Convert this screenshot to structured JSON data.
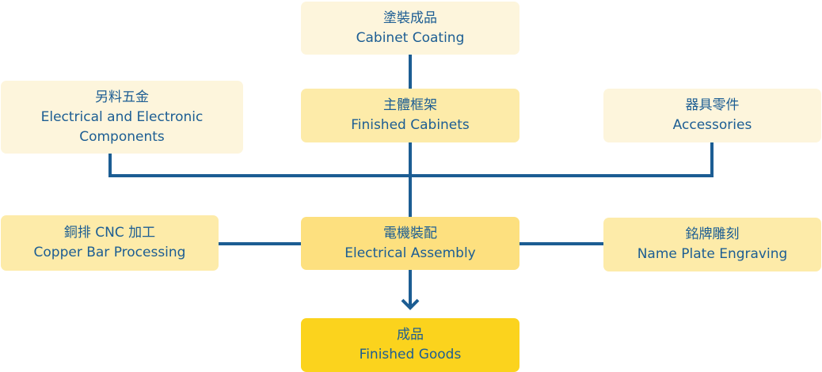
{
  "nodes": {
    "cabinet_coating": {
      "zh": "塗裝成品",
      "en": "Cabinet Coating"
    },
    "finished_cabinets": {
      "zh": "主體框架",
      "en": "Finished Cabinets"
    },
    "electrical_components": {
      "zh": "另料五金",
      "en": "Electrical and Electronic Components"
    },
    "accessories": {
      "zh": "器具零件",
      "en": "Accessories"
    },
    "copper_bar": {
      "zh": "銅排 CNC 加工",
      "en": "Copper Bar Processing"
    },
    "electrical_assembly": {
      "zh": "電機裝配",
      "en": "Electrical Assembly"
    },
    "name_plate": {
      "zh": "銘牌雕刻",
      "en": "Name Plate Engraving"
    },
    "finished_goods": {
      "zh": "成品",
      "en": "Finished Goods"
    }
  },
  "colors": {
    "text": "#1c5d93",
    "connector": "#1c5d93",
    "light": "#fdf5dc",
    "mid": "#fdeba9",
    "strong": "#fde07f",
    "final": "#fbd31d"
  }
}
